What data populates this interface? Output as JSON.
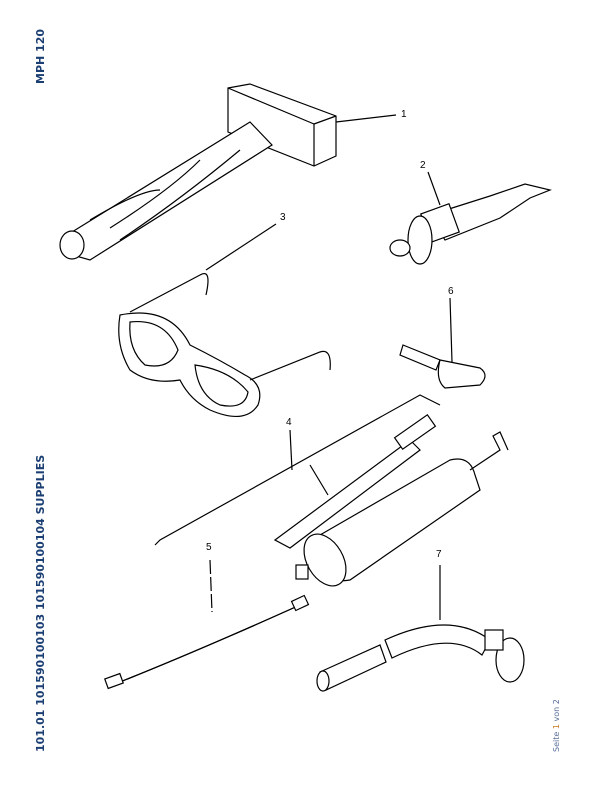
{
  "header": {
    "document_id": "MPH 120"
  },
  "title": "101.01 101590100103 101590100104 SUPPLIES",
  "page_indicator": {
    "prefix": "Seite",
    "current": "1",
    "separator": "von",
    "total": "2"
  },
  "callouts": [
    "1",
    "2",
    "3",
    "4",
    "5",
    "6",
    "7"
  ],
  "items": [
    {
      "callout": "1",
      "icon": "hammer-icon"
    },
    {
      "callout": "2",
      "icon": "nozzle-icon"
    },
    {
      "callout": "3",
      "icon": "safety-glasses-icon"
    },
    {
      "callout": "4",
      "icon": "grease-gun-icon"
    },
    {
      "callout": "5",
      "icon": "flexible-hose-icon"
    },
    {
      "callout": "6",
      "icon": "key-icon"
    },
    {
      "callout": "7",
      "icon": "bent-tube-icon"
    }
  ],
  "colors": {
    "title": "#1b3f73",
    "page_current": "#c8791c",
    "page_text": "#5a6f99"
  }
}
